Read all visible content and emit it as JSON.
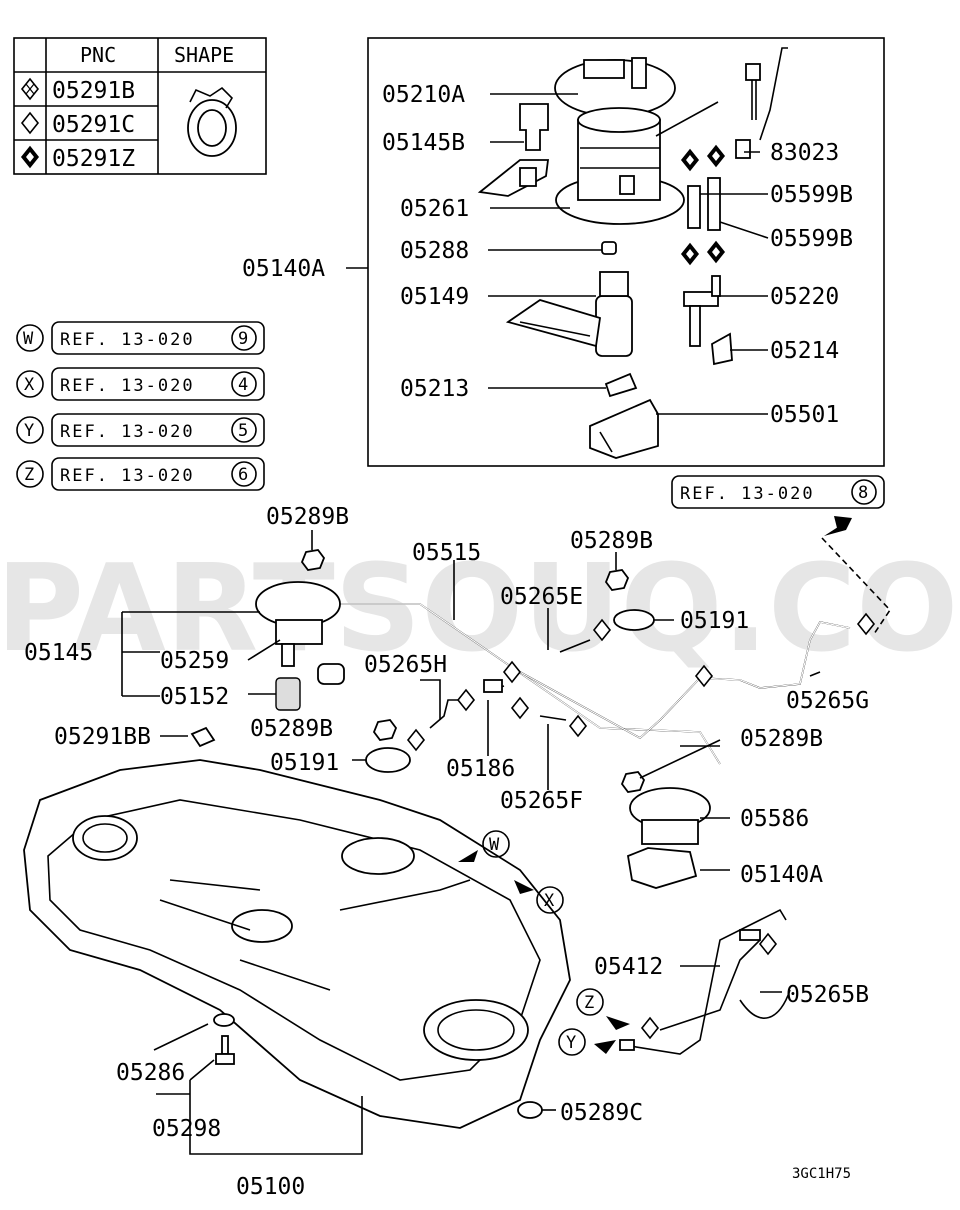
{
  "watermark": "PARTSOUQ.COM",
  "legend": {
    "header_pnc": "PNC",
    "header_shape": "SHAPE",
    "rows": [
      "05291B",
      "05291C",
      "05291Z"
    ]
  },
  "refs": [
    {
      "letter": "W",
      "text": "REF. 13-020",
      "num": "9"
    },
    {
      "letter": "X",
      "text": "REF. 13-020",
      "num": "4"
    },
    {
      "letter": "Y",
      "text": "REF. 13-020",
      "num": "5"
    },
    {
      "letter": "Z",
      "text": "REF. 13-020",
      "num": "6"
    }
  ],
  "ref8": {
    "text": "REF. 13-020",
    "num": "8"
  },
  "arrow_letters": {
    "w": "W",
    "x": "X",
    "y": "Y",
    "z": "Z"
  },
  "labels": {
    "p05210A": "05210A",
    "p05145B": "05145B",
    "p05261": "05261",
    "p05288": "05288",
    "p05149": "05149",
    "p05213": "05213",
    "p05140A_top": "05140A",
    "p83023": "83023",
    "p05599B_a": "05599B",
    "p05599B_b": "05599B",
    "p05220": "05220",
    "p05214": "05214",
    "p05501": "05501",
    "p05289B_1": "05289B",
    "p05515": "05515",
    "p05289B_2": "05289B",
    "p05265E": "05265E",
    "p05191_1": "05191",
    "p05145": "05145",
    "p05259": "05259",
    "p05152": "05152",
    "p05265H": "05265H",
    "p05265G": "05265G",
    "p05289B_3": "05289B",
    "p05291BB": "05291BB",
    "p05289B_4": "05289B",
    "p05191_2": "05191",
    "p05186": "05186",
    "p05265F": "05265F",
    "p05586": "05586",
    "p05140A_bot": "05140A",
    "p05412": "05412",
    "p05265B": "05265B",
    "p05286": "05286",
    "p05298": "05298",
    "p05289C": "05289C",
    "p05100": "05100"
  },
  "diagram_code": "3GC1H75"
}
